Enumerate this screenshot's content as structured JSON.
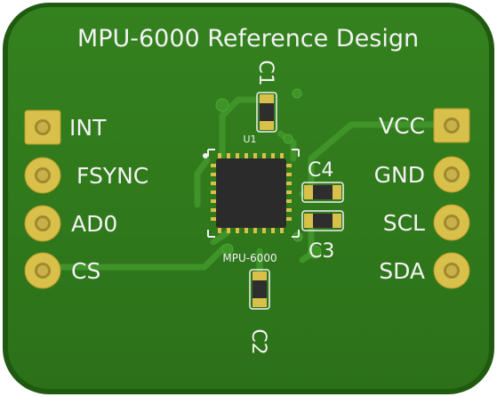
{
  "board": {
    "title": "MPU-6000 Reference Design",
    "ic_ref": "U1",
    "ic_name": "MPU-6000",
    "colors": {
      "pcb": "#2f7a1c",
      "pcb_edge": "#1f5a10",
      "trace": "#3d8f28",
      "pad_gold": "#d9c04a",
      "silkscreen": "#f2f2f2",
      "chip": "#2b2b2b"
    }
  },
  "capacitors": {
    "c1": "C1",
    "c2": "C2",
    "c3": "C3",
    "c4": "C4"
  },
  "pins_left": [
    "INT",
    "FSYNC",
    "AD0",
    "CS"
  ],
  "pins_right": [
    "VCC",
    "GND",
    "SCL",
    "SDA"
  ]
}
